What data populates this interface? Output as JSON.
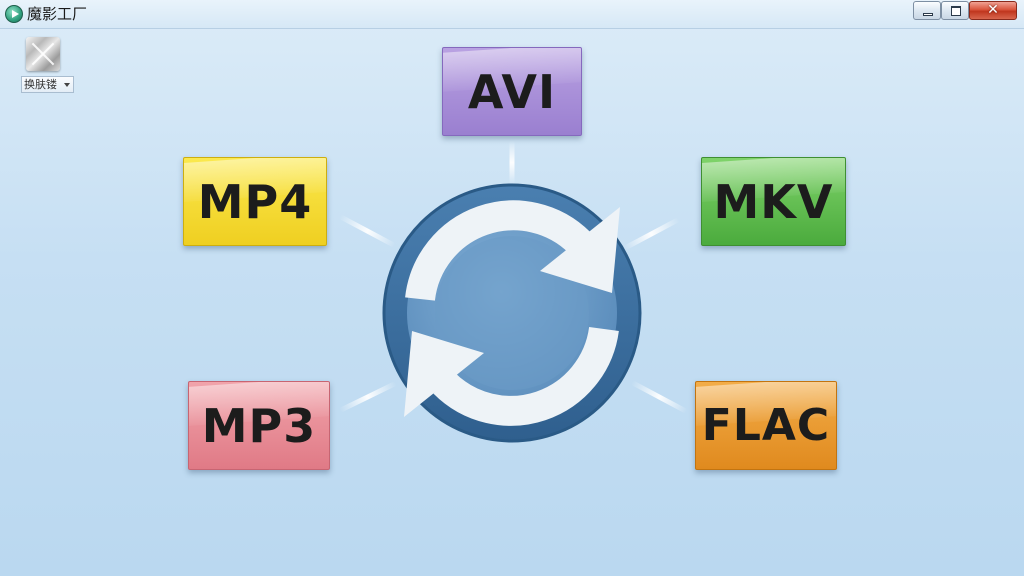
{
  "window": {
    "title": "魔影工厂",
    "app_icon": "play-logo-icon",
    "controls": {
      "minimize_icon": "minimize-icon",
      "maximize_icon": "maximize-icon",
      "close_glyph": "✕"
    }
  },
  "toolbar": {
    "skin": {
      "icon": "skin-icon",
      "label": "换肤镂"
    }
  },
  "main": {
    "center_icon": "refresh-convert-icon",
    "formats": [
      {
        "label": "AVI",
        "color": "#9a7fd0"
      },
      {
        "label": "MP4",
        "color": "#efcf21"
      },
      {
        "label": "MKV",
        "color": "#4bab3d"
      },
      {
        "label": "MP3",
        "color": "#e07a86"
      },
      {
        "label": "FLAC",
        "color": "#e08a1e"
      }
    ]
  },
  "colors": {
    "background": "#c6dff3",
    "emblem_ring": "#3f6f9d",
    "emblem_fill": "#6d9dc8",
    "arrow": "#f1f5f8"
  }
}
